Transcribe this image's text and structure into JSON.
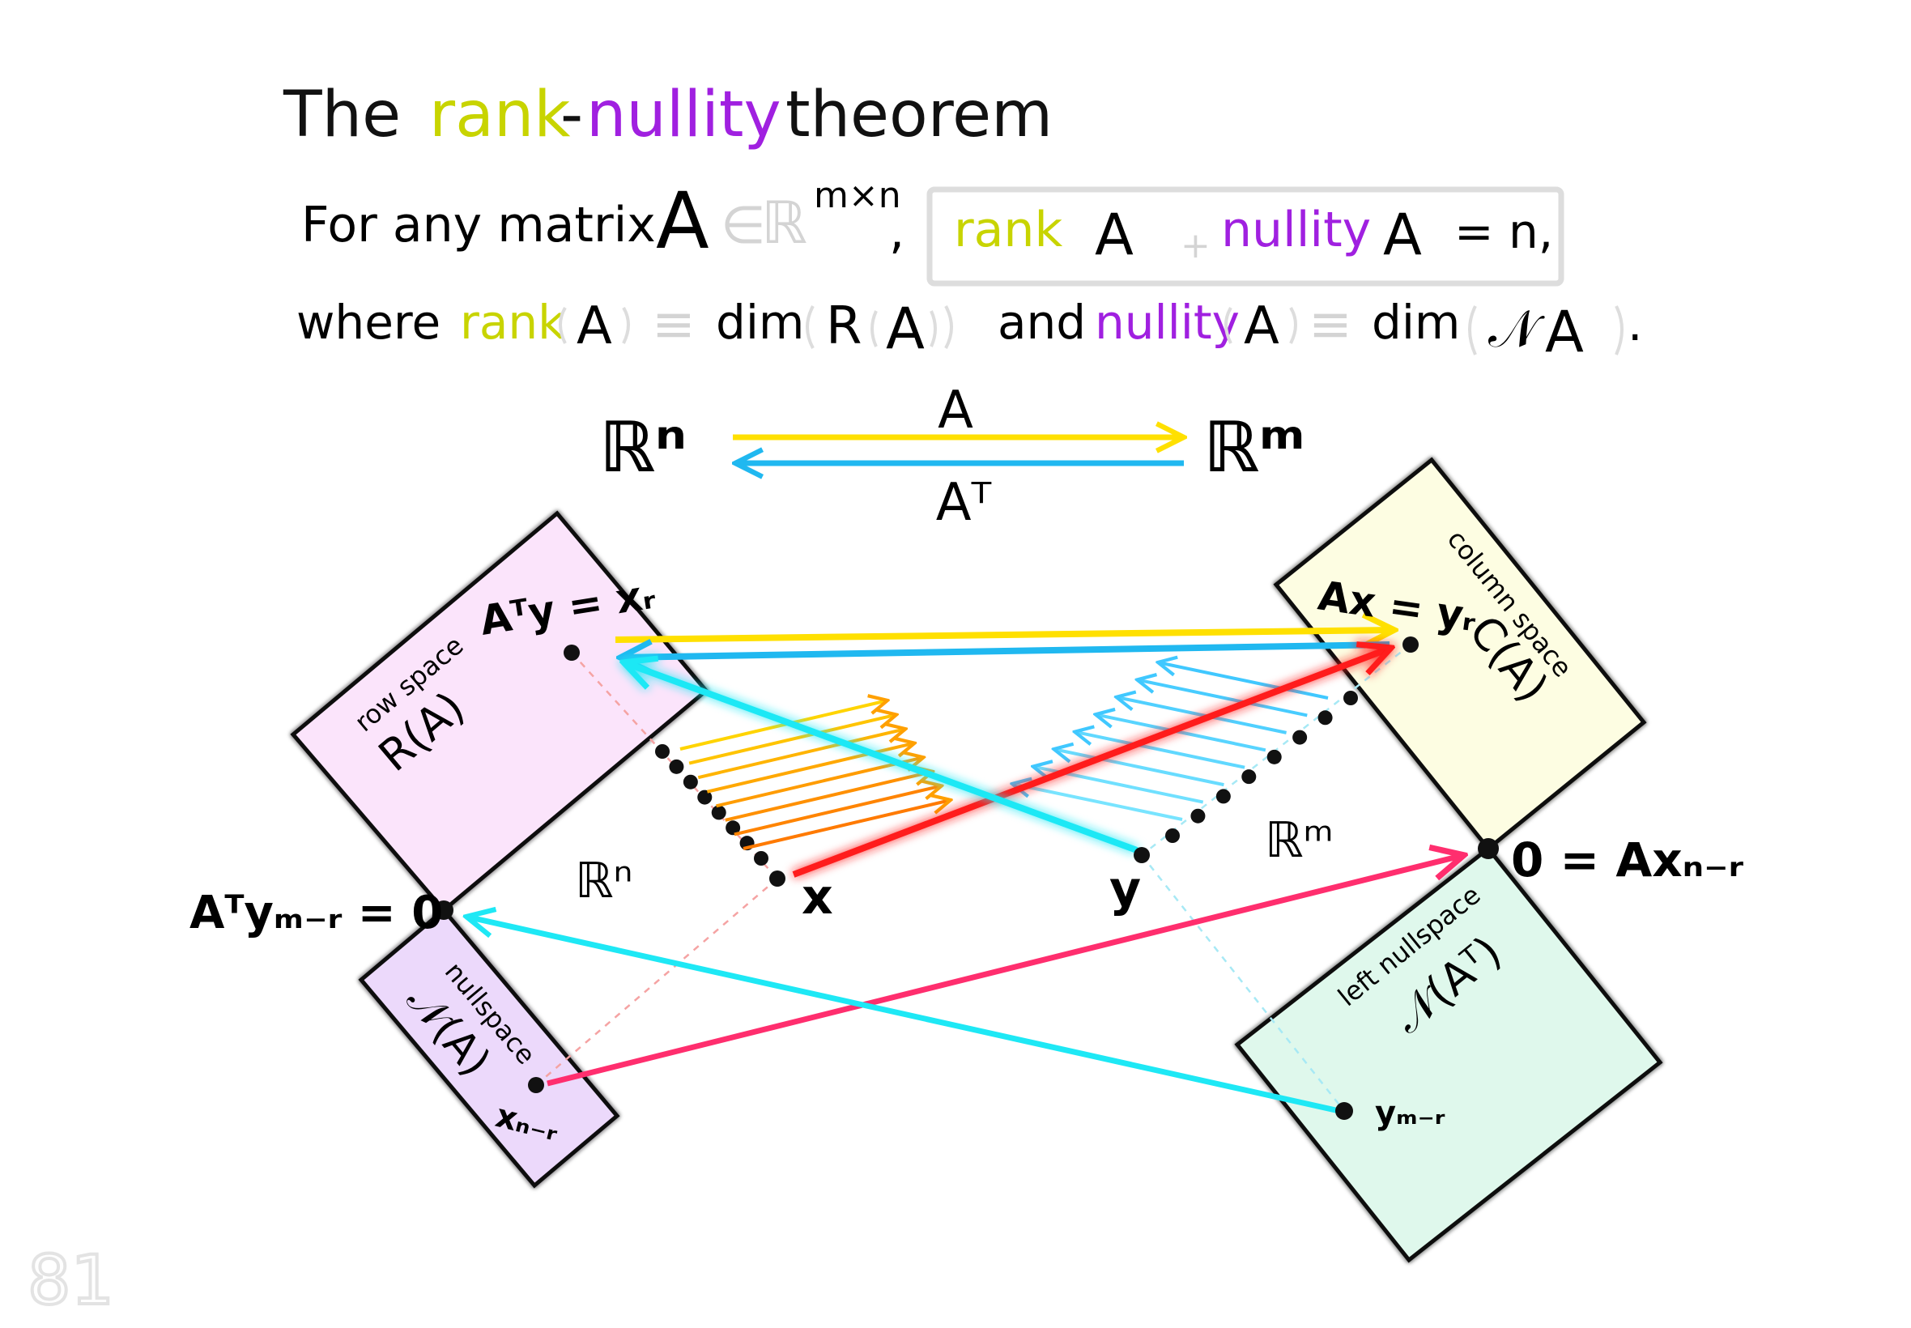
{
  "title": {
    "prefix": "The",
    "rank": "rank",
    "dash": "-",
    "nullity": "nullity",
    "suffix": "theorem"
  },
  "statement": {
    "for_any_matrix": "For any matrix",
    "A": "A",
    "in": "∈",
    "R": "ℝ",
    "dims": "m×n",
    "comma": ",",
    "box_rank": "rank",
    "box_A1": "A",
    "box_plus": "+",
    "box_nullity": "nullity",
    "box_A2": "A",
    "box_equals_n": "= n,"
  },
  "definition": {
    "where": "where",
    "rank": "rank",
    "A1": "A",
    "equiv1": "≡",
    "dim1": "dim",
    "R": "R",
    "A2": "A",
    "and": "and",
    "nullity": "nullity",
    "A3": "A",
    "equiv2": "≡",
    "dim2": "dim",
    "N": "𝒩",
    "A4": "A",
    "period": "."
  },
  "mapping": {
    "domain": "ℝⁿ",
    "codomain": "ℝᵐ",
    "forward": "A",
    "backward": "Aᵀ"
  },
  "spaces": {
    "row_space": {
      "caption": "row space",
      "symbol": "R(A)"
    },
    "nullspace": {
      "caption": "nullspace",
      "symbol": "𝒩(A)"
    },
    "column_space": {
      "caption": "column space",
      "symbol": "C(A)"
    },
    "left_nullspace": {
      "caption": "left nullspace",
      "symbol": "𝒩(Aᵀ)"
    }
  },
  "labels": {
    "aty_xr": "Aᵀy = xᵣ",
    "ax_yr": "Ax = yᵣ",
    "aty_zero": "Aᵀyₘ₋ᵣ = 0",
    "zero_ax": "0 = Axₙ₋ᵣ",
    "x": "x",
    "y": "y",
    "x_nr": "xₙ₋ᵣ",
    "y_mr": "yₘ₋ᵣ",
    "rn": "ℝⁿ",
    "rm": "ℝᵐ"
  },
  "page_number": "81",
  "colors": {
    "rank": "#c8d400",
    "nullity": "#a020e0",
    "forward_arrow": "#ffe000",
    "backward_arrow": "#20b8f0",
    "row_space_fill": "#fbe4fb",
    "nullspace_fill": "#ecd9fb",
    "column_space_fill": "#fdfde2",
    "left_nullspace_fill": "#dff8ec",
    "red_arrow": "#ff1a1a",
    "pink_arrow": "#ff2e6e",
    "cyan_arrow": "#1ee8f5"
  }
}
